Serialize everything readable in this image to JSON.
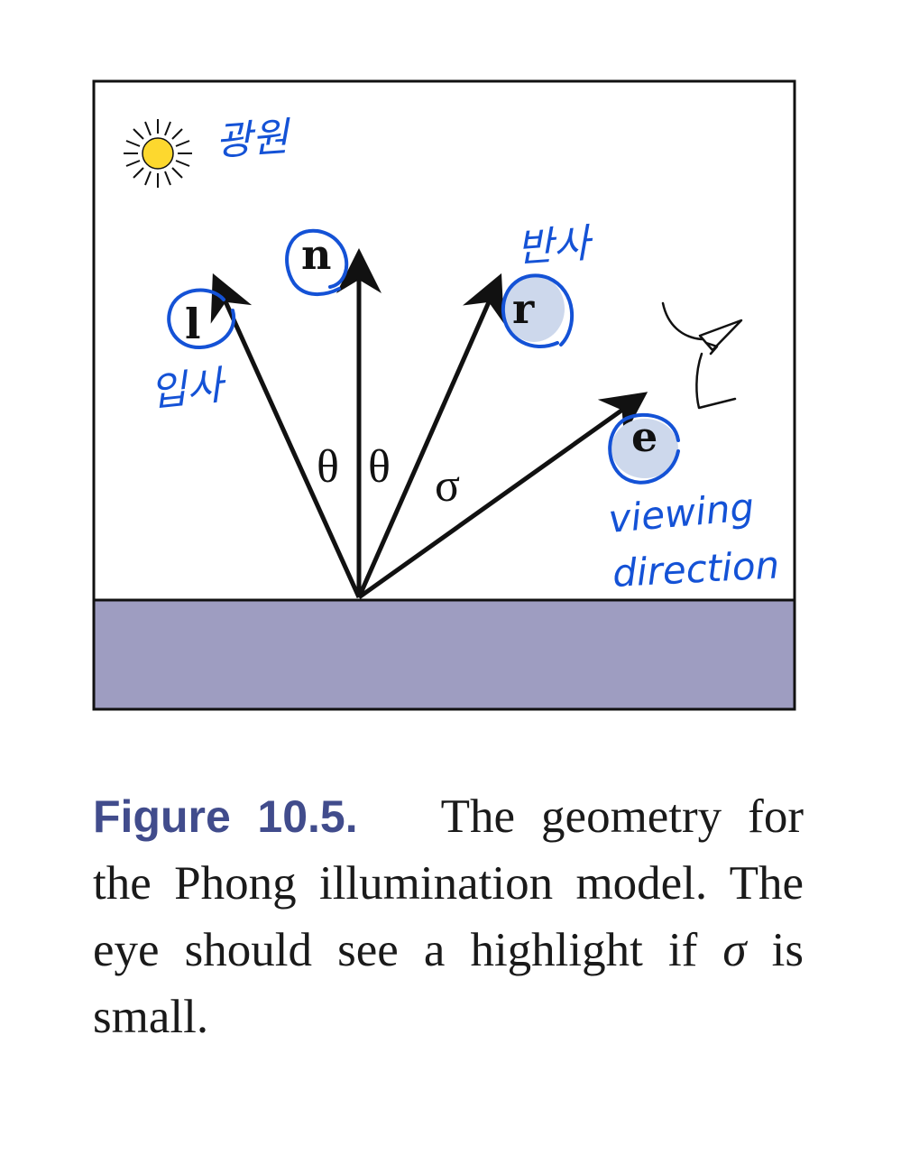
{
  "diagram": {
    "vectors": [
      {
        "id": "l",
        "label": "l"
      },
      {
        "id": "n",
        "label": "n"
      },
      {
        "id": "r",
        "label": "r"
      },
      {
        "id": "e",
        "label": "e"
      }
    ],
    "angles": [
      "θ",
      "θ",
      "σ"
    ],
    "colors": {
      "surface": "#9e9dc1",
      "frame": "#111111",
      "annotation": "#1452d6",
      "highlight_fill": "#cdd8ec",
      "sun": "#fdd82e"
    },
    "annotations": {
      "light_source": "광원",
      "incident": "입사",
      "reflection": "반사",
      "viewing_line1": "viewing",
      "viewing_line2": "direction"
    },
    "icons": [
      "sun-icon",
      "eye-sketch-icon"
    ]
  },
  "caption": {
    "label": "Figure 10.5.",
    "text_before_sigma": "The geometry for the Phong illumination model. The eye should see a highlight if ",
    "sigma": "σ",
    "text_after_sigma": " is small."
  }
}
